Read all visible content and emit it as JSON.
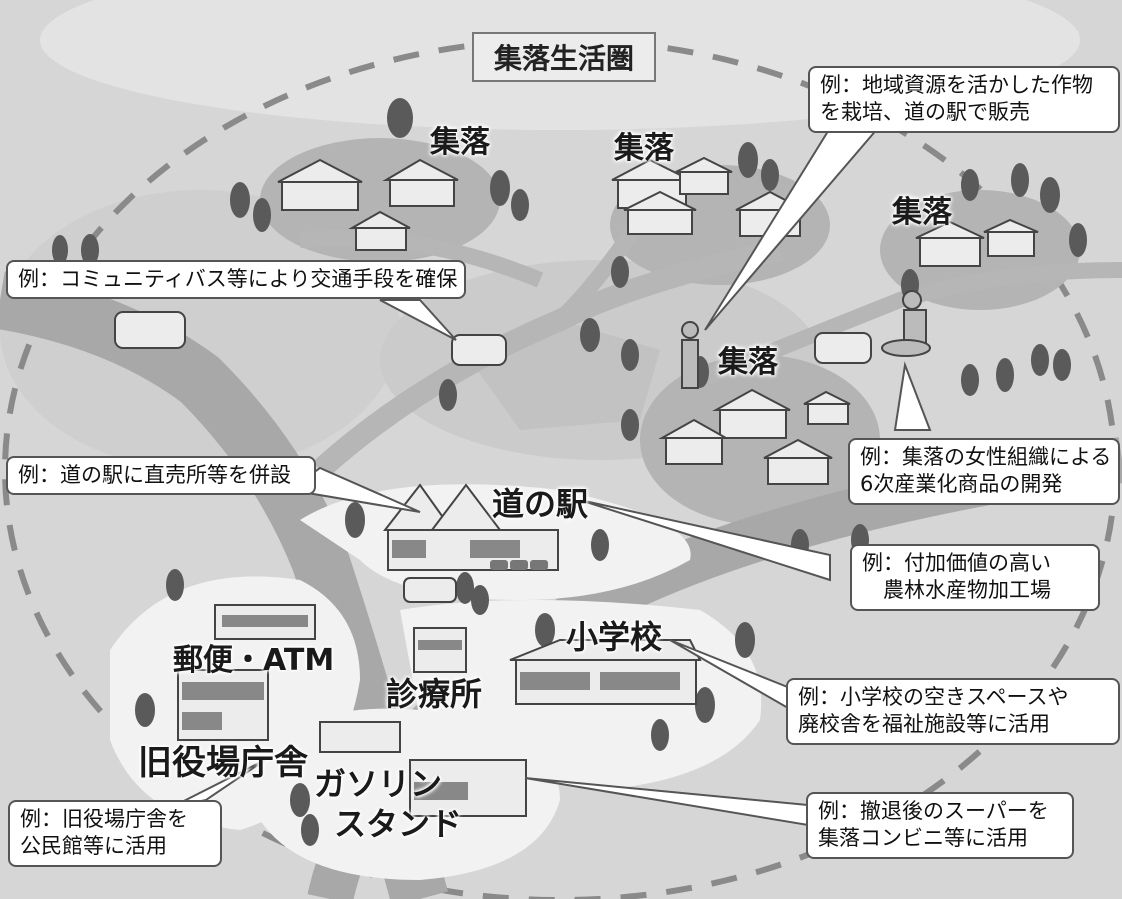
{
  "title": "集落生活圏",
  "places": {
    "village": "集落",
    "michinoeki": "道の駅",
    "school": "小学校",
    "clinic": "診療所",
    "post_atm": "郵便・ATM",
    "old_office": "旧役場庁舎",
    "gas_line1": "ガソリン",
    "gas_line2": "スタンド"
  },
  "callouts": {
    "crops": [
      "例：地域資源を活かした作物",
      "を栽培、道の駅で販売"
    ],
    "bus": [
      "例：コミュニティバス等により交通手段を確保"
    ],
    "direct_sales": [
      "例：道の駅に直売所等を併設"
    ],
    "women_org": [
      "例：集落の女性組織による",
      "6次産業化商品の開発"
    ],
    "processing": [
      "例：付加価値の高い",
      "　農林水産物加工場"
    ],
    "school_reuse": [
      "例：小学校の空きスペースや",
      "廃校舎を福祉施設等に活用"
    ],
    "supermarket": [
      "例：撤退後のスーパーを",
      "集落コンビニ等に活用"
    ],
    "old_office": [
      "例：旧役場庁舎を",
      "公民館等に活用"
    ]
  },
  "colors": {
    "background": "#d9d9d9",
    "road": "#a8a8a8",
    "center_area": "#f4f4f4",
    "village_area": "#b8b8b8",
    "tree": "#5a5a5a",
    "boundary": "#8a8a8a"
  }
}
